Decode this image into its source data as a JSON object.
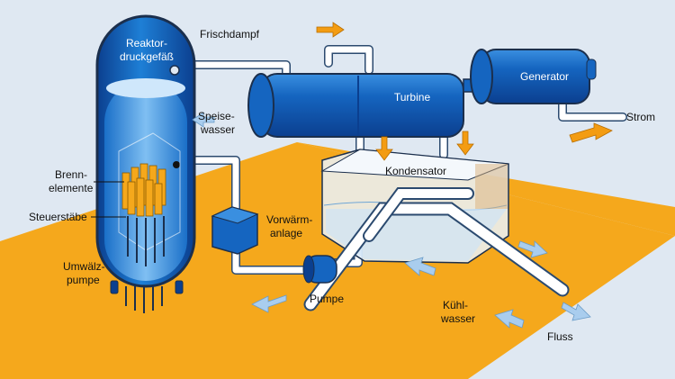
{
  "labels": {
    "reactor_line1": "Reaktor-",
    "reactor_line2": "druckgefäß",
    "live_steam": "Frischdampf",
    "feedwater_line1": "Speise-",
    "feedwater_line2": "wasser",
    "fuel_line1": "Brenn-",
    "fuel_line2": "elemente",
    "control_rods": "Steuerstäbe",
    "circ_pump_line1": "Umwälz-",
    "circ_pump_line2": "pumpe",
    "turbine": "Turbine",
    "generator": "Generator",
    "power": "Strom",
    "condenser": "Kondensator",
    "preheater_line1": "Vorwärm-",
    "preheater_line2": "anlage",
    "pump": "Pumpe",
    "cooling_line1": "Kühl-",
    "cooling_line2": "wasser",
    "river": "Fluss"
  },
  "colors": {
    "background": "#dfe8f2",
    "floor": "#f5a81c",
    "vessel_dark": "#0b3f8f",
    "vessel_blue": "#1565c0",
    "water_light": "#8fc4f2",
    "pipe": "#ffffff",
    "pipe_outline": "#2b4a6f",
    "arrow_orange": "#f39c12",
    "arrow_blue": "#a9cdee",
    "fuel": "#f5a81c"
  },
  "icons": {
    "orange_arrow": "flow-arrow-right",
    "blue_arrow": "flow-arrow-left"
  }
}
